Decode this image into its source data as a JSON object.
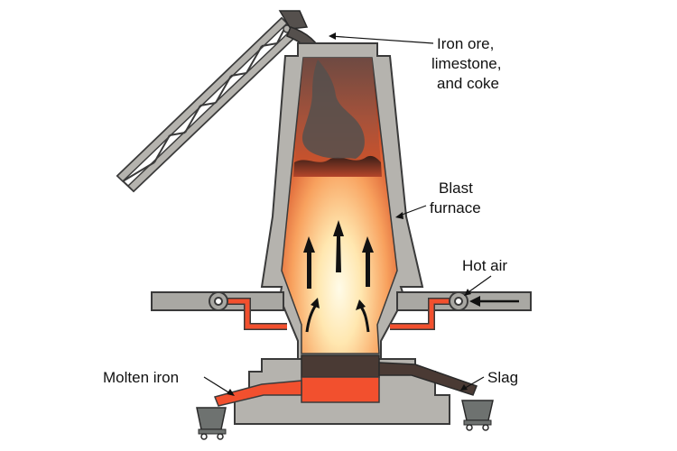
{
  "labels": {
    "ore": [
      "Iron ore,",
      "limestone,",
      "and coke"
    ],
    "furnace": [
      "Blast",
      "furnace"
    ],
    "hot_air": "Hot air",
    "molten_iron": "Molten iron",
    "slag": "Slag"
  },
  "colors": {
    "outline": "#3a3a3a",
    "shell": "#b5b3ae",
    "pipe": "#a9a8a3",
    "molten": "#f2502e",
    "slag": "#4a3a34",
    "ore_pile": "#55504d",
    "arrow": "#111111"
  }
}
